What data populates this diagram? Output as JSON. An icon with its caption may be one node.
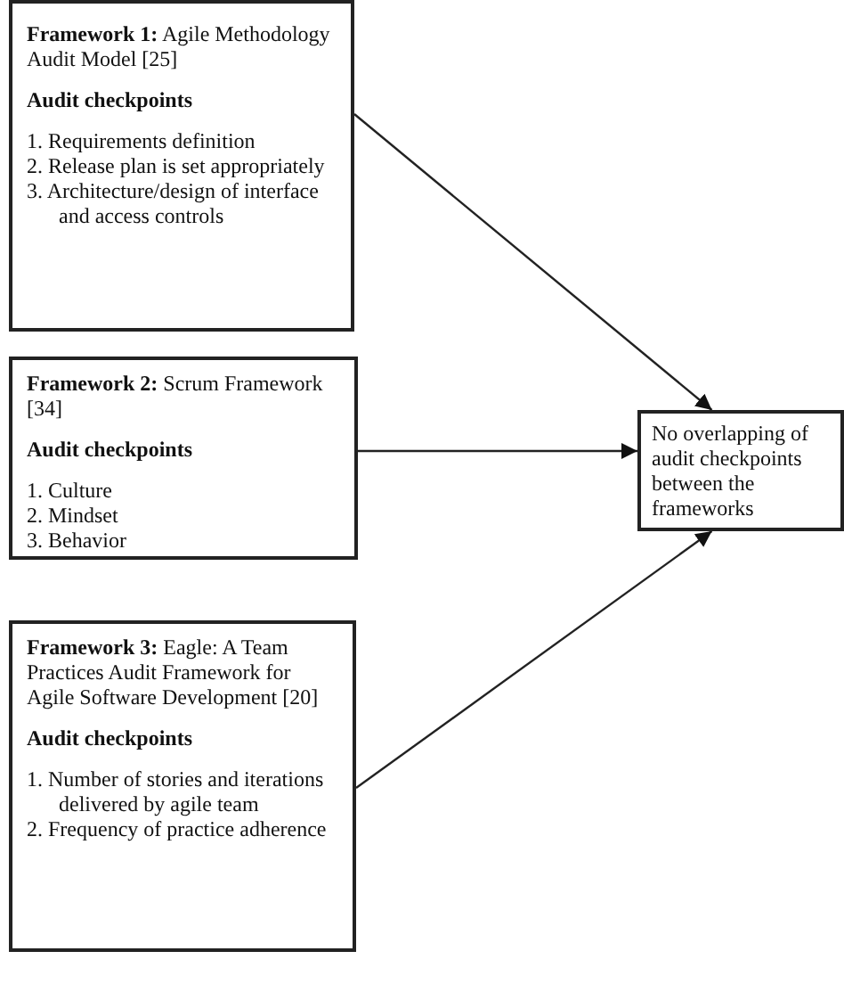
{
  "diagram": {
    "nodes": [
      {
        "text": [
          "**Framework 1:** Agile Methodology Audit Model [25]",
          "Audit checkpoints",
          "1. Requirements definition",
          "2. Release plan is set appropriately",
          "3. Architecture/design of interface and access controls"
        ]
      },
      {
        "text": [
          "**Framework 2:** Scrum Framework [34]",
          "Audit checkpoints",
          "1. Culture",
          "2. Mindset",
          "3. Behavior"
        ]
      },
      {
        "text": [
          "**Framework 3:** Eagle: A Team Practices Audit Framework for Agile Software Development [20]",
          "Audit checkpoints",
          "1. Number of stories and iterations delivered by agile team",
          "2. Frequency of practice adherence"
        ]
      },
      {
        "text": [
          "No overlapping of audit checkpoints between the frameworks"
        ]
      }
    ],
    "edges": [
      {
        "from": 0,
        "to": 3,
        "arrow": "to"
      },
      {
        "from": 1,
        "to": 3,
        "arrow": "to"
      },
      {
        "from": 2,
        "to": 3,
        "arrow": "to"
      }
    ]
  }
}
